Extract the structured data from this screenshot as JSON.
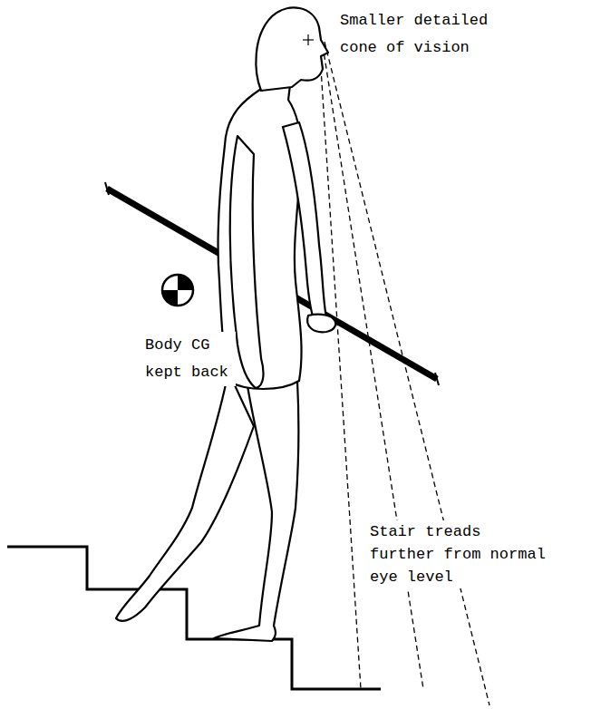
{
  "diagram": {
    "labels": [
      "Smaller detailed cone of vision",
      "Body CG kept back",
      "Stair treads further from normal eye level"
    ]
  }
}
